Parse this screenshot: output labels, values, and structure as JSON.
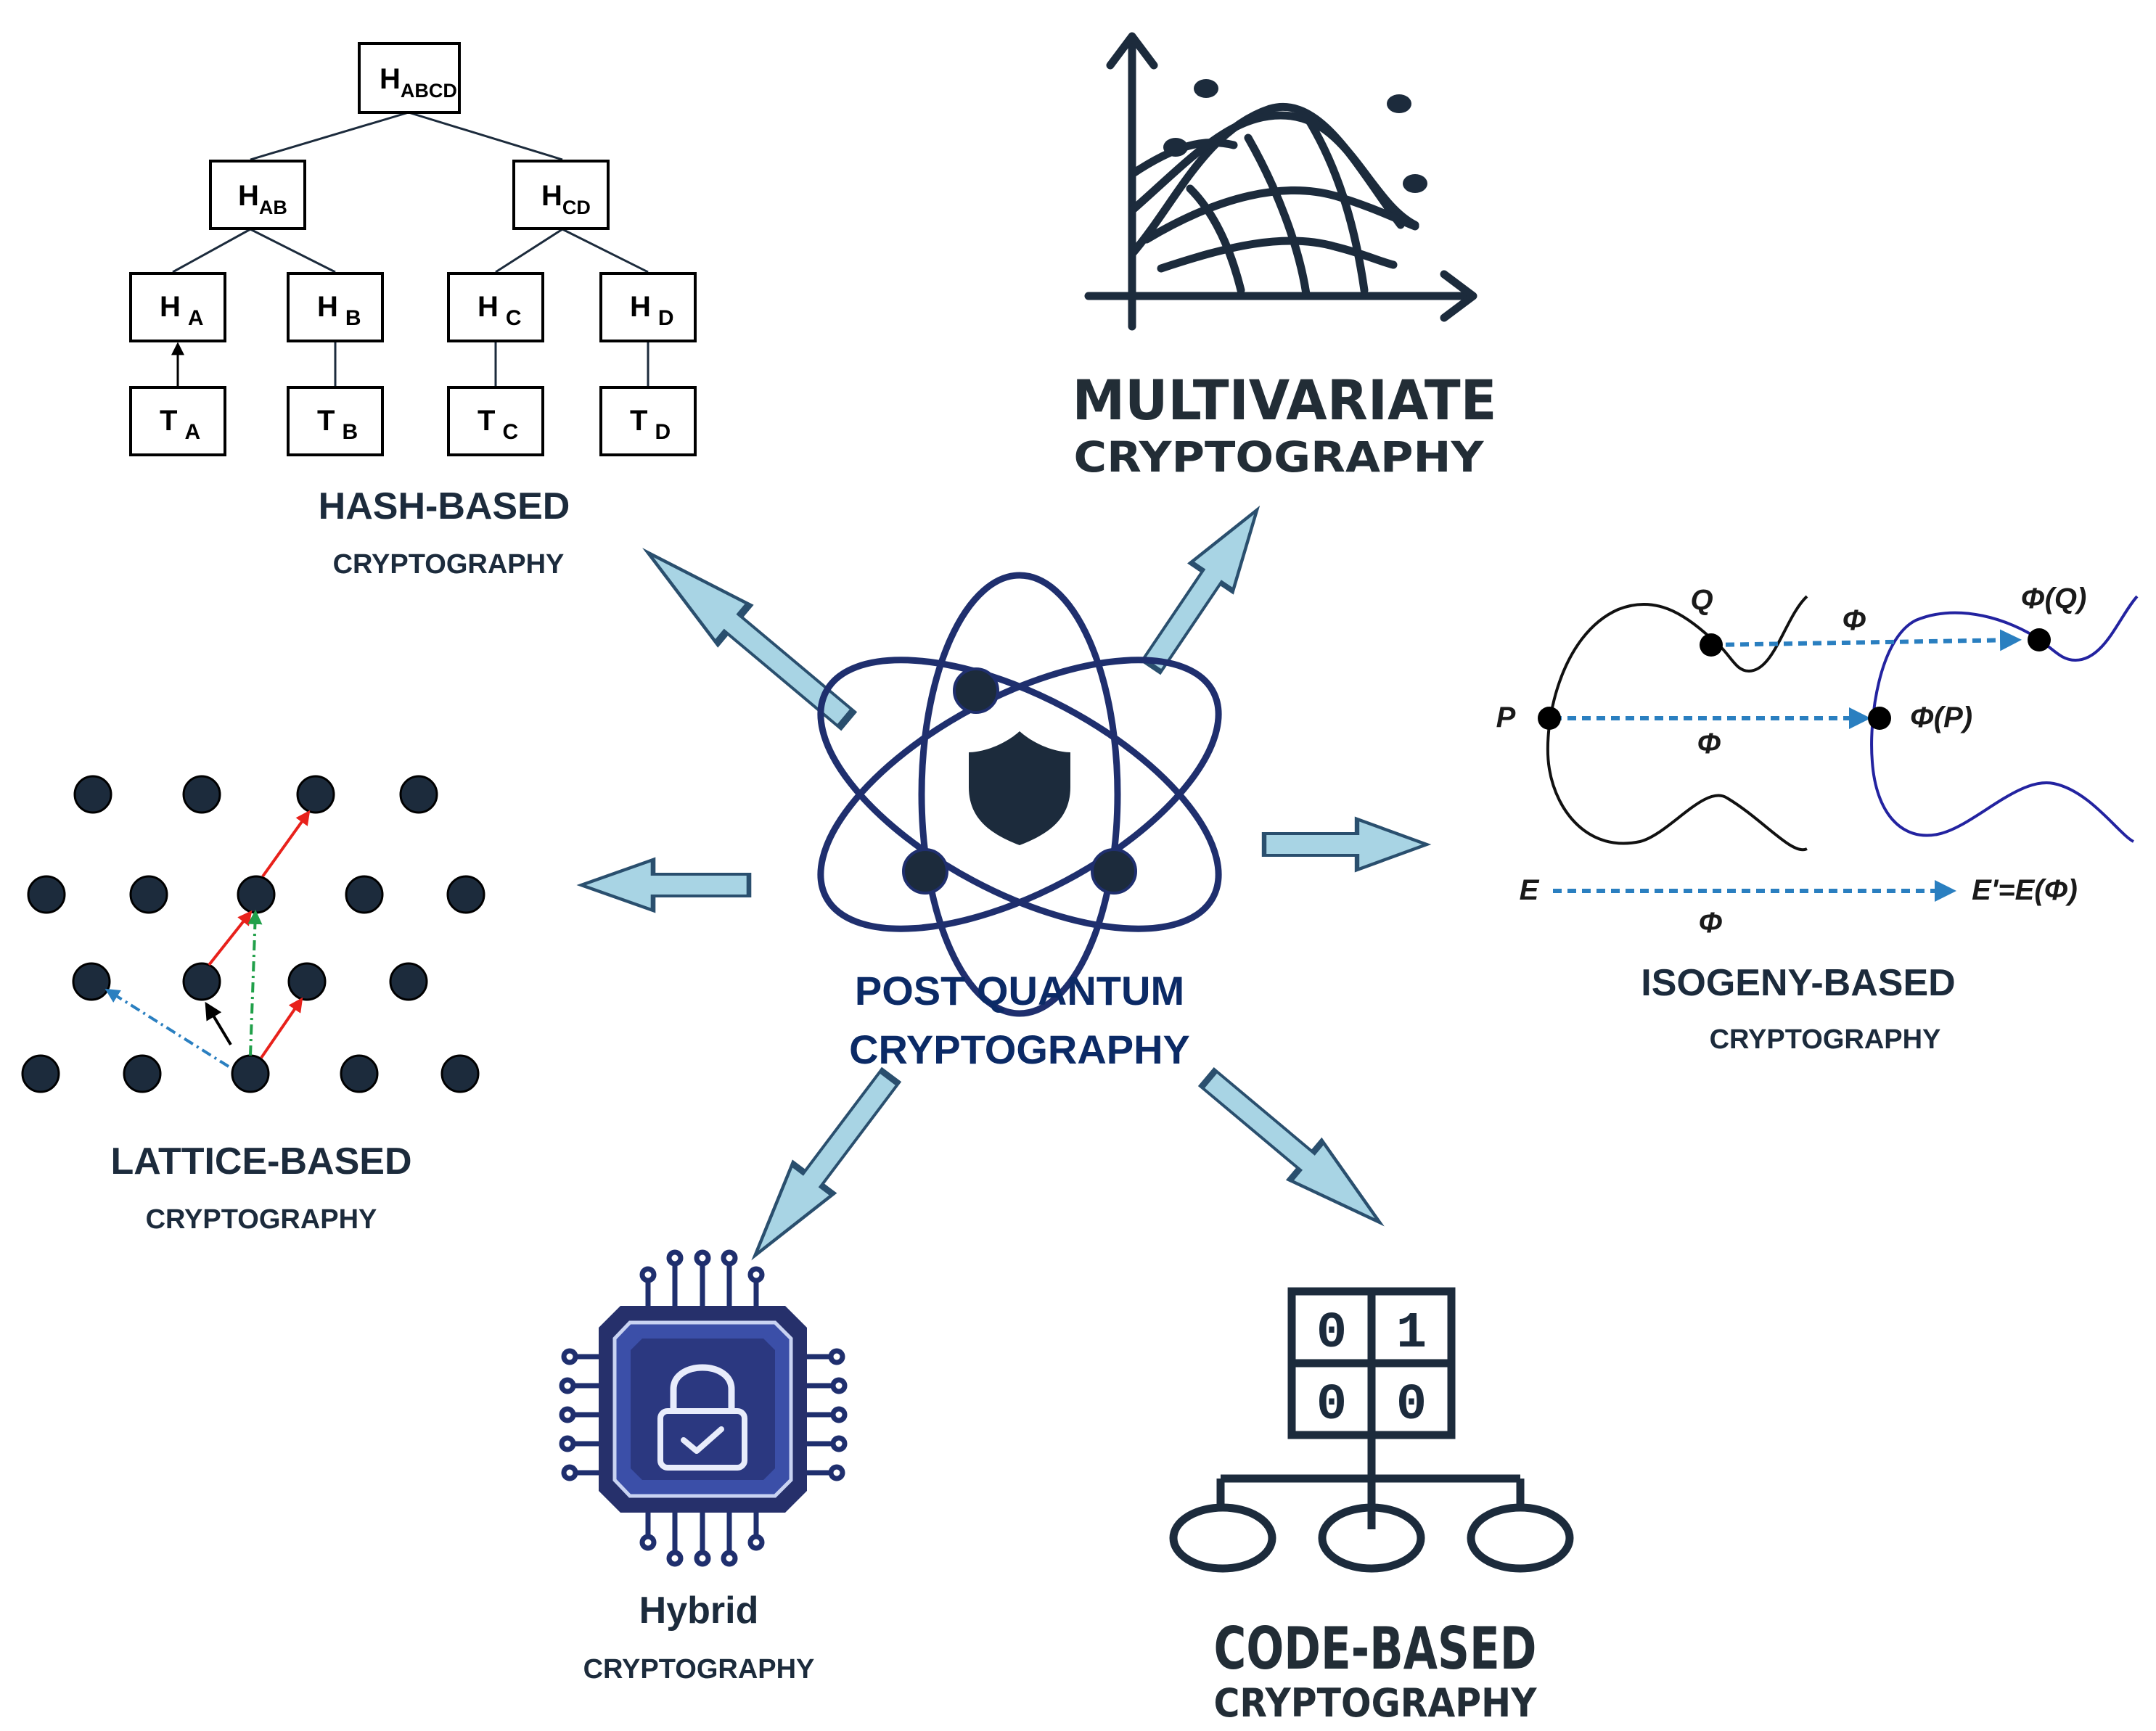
{
  "center": {
    "title_line1": "POST QUANTUM",
    "title_line2": "CRYPTOGRAPHY"
  },
  "hash": {
    "title": "HASH-BASED",
    "subtitle": "CRYPTOGRAPHY",
    "nodes": {
      "root": {
        "main": "H",
        "sub": "ABCD"
      },
      "ab": {
        "main": "H",
        "sub": "AB"
      },
      "cd": {
        "main": "H",
        "sub": "CD"
      },
      "ha": {
        "main": "H",
        "sub": "A"
      },
      "hb": {
        "main": "H",
        "sub": "B"
      },
      "hc": {
        "main": "H",
        "sub": "C"
      },
      "hd": {
        "main": "H",
        "sub": "D"
      },
      "ta": {
        "main": "T",
        "sub": "A"
      },
      "tb": {
        "main": "T",
        "sub": "B"
      },
      "tc": {
        "main": "T",
        "sub": "C"
      },
      "td": {
        "main": "T",
        "sub": "D"
      }
    }
  },
  "multivariate": {
    "title": "MULTIVARIATE",
    "subtitle": "CRYPTOGRAPHY"
  },
  "isogeny": {
    "title": "ISOGENY-BASED",
    "subtitle": "CRYPTOGRAPHY",
    "labels": {
      "q": "Q",
      "p": "P",
      "phi_top": "Φ",
      "phi_q": "Φ(Q)",
      "phi_p": "Φ(P)",
      "phi_mid": "Φ",
      "e": "E",
      "e_prime": "E'=E(Φ)",
      "phi_bottom": "Φ"
    }
  },
  "lattice": {
    "title": "LATTICE-BASED",
    "subtitle": "CRYPTOGRAPHY"
  },
  "hybrid": {
    "title": "Hybrid",
    "subtitle": "CRYPTOGRAPHY"
  },
  "code": {
    "title": "CODE-BASED",
    "subtitle": "CRYPTOGRAPHY",
    "grid": [
      "0",
      "1",
      "0",
      "0"
    ]
  },
  "colors": {
    "arrow_fill": "#a8d4e4",
    "arrow_stroke": "#2a4f6e",
    "dark": "#1c2b3c",
    "navy": "#1f2f6e",
    "red": "#e8211b",
    "green": "#21a04a",
    "blue_dash": "#2a7fc0",
    "iso_blue": "#2323a0"
  }
}
